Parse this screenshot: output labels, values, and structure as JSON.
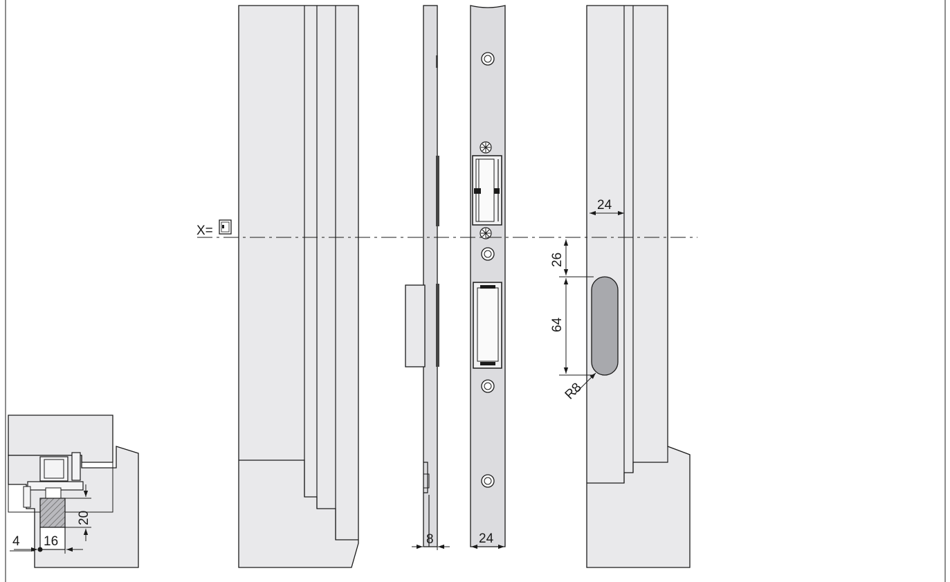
{
  "reference": {
    "label": "X=",
    "icon": "door-handle-side-icon"
  },
  "dimensions": {
    "cutout_offset": "26",
    "cutout_length": "64",
    "cutout_radius": "R8",
    "frame_depth": "24",
    "strike_width": "24",
    "plate_thickness": "8",
    "section_height": "20",
    "section_width": "16",
    "section_offset": "4"
  },
  "colors": {
    "frame_fill": "#e9e9eb",
    "plate_fill": "#dcdcdf",
    "cutout_fill": "#a8a9ad",
    "line": "#1a1a1a"
  }
}
